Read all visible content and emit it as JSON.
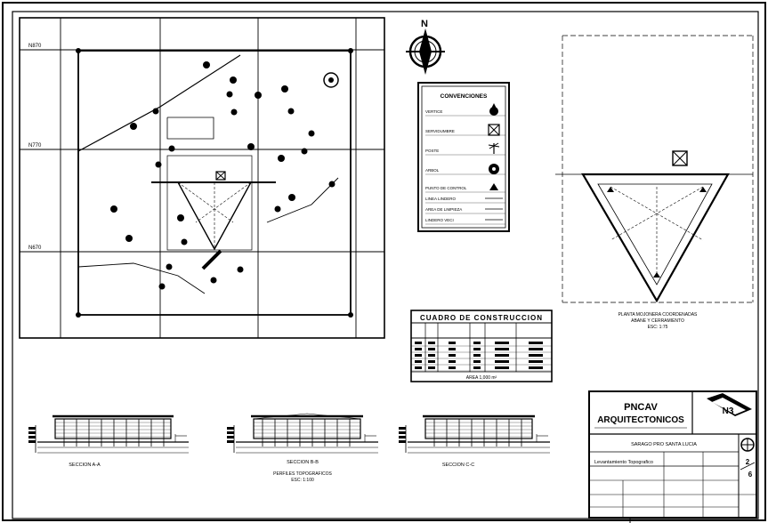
{
  "north_arrow": {
    "letter": "N"
  },
  "legend": {
    "title": "CONVENCIONES",
    "items": [
      {
        "label": "VERTICE",
        "symbol": "drop"
      },
      {
        "label": "SERVIDUMBRE",
        "symbol": "box-x"
      },
      {
        "label": "POSTE",
        "symbol": "pole"
      },
      {
        "label": "ARBOL",
        "symbol": "tree"
      },
      {
        "label": "PUNTO DE CONTROL",
        "symbol": "triangle"
      },
      {
        "label": "LINEA LINDERO",
        "symbol": "line"
      },
      {
        "label": "AREA DE LIMPIEZA",
        "symbol": "line"
      },
      {
        "label": "LINDERO VECI",
        "symbol": "line"
      }
    ]
  },
  "construction_table": {
    "title": "CUADRO DE CONSTRUCCION",
    "rows": 5,
    "footer": "AREA 1,000 m²"
  },
  "detail": {
    "caption_lines": [
      "PLANTA MOJONERA COORDENADAS",
      "ABANE Y CERRAMIENTO",
      "ESC: 1:75"
    ]
  },
  "sections": [
    {
      "label": "SECCION A-A"
    },
    {
      "label": "SECCION B-B",
      "subtitle": "PERFILES TOPOGRAFICOS",
      "scale": "ESC: 1:100"
    },
    {
      "label": "SECCION C-C"
    }
  ],
  "title_block": {
    "firm_line1": "PNCAV",
    "firm_line2": "ARQUITECTONICOS",
    "project": "SARAGO PRO SANTA LUCIA",
    "content": "Levantamiento Topografico",
    "sheet_number": "2",
    "sheet_total": "6",
    "logo_text": "N3"
  },
  "grid_labels": [
    "N870",
    "N770",
    "N670"
  ]
}
